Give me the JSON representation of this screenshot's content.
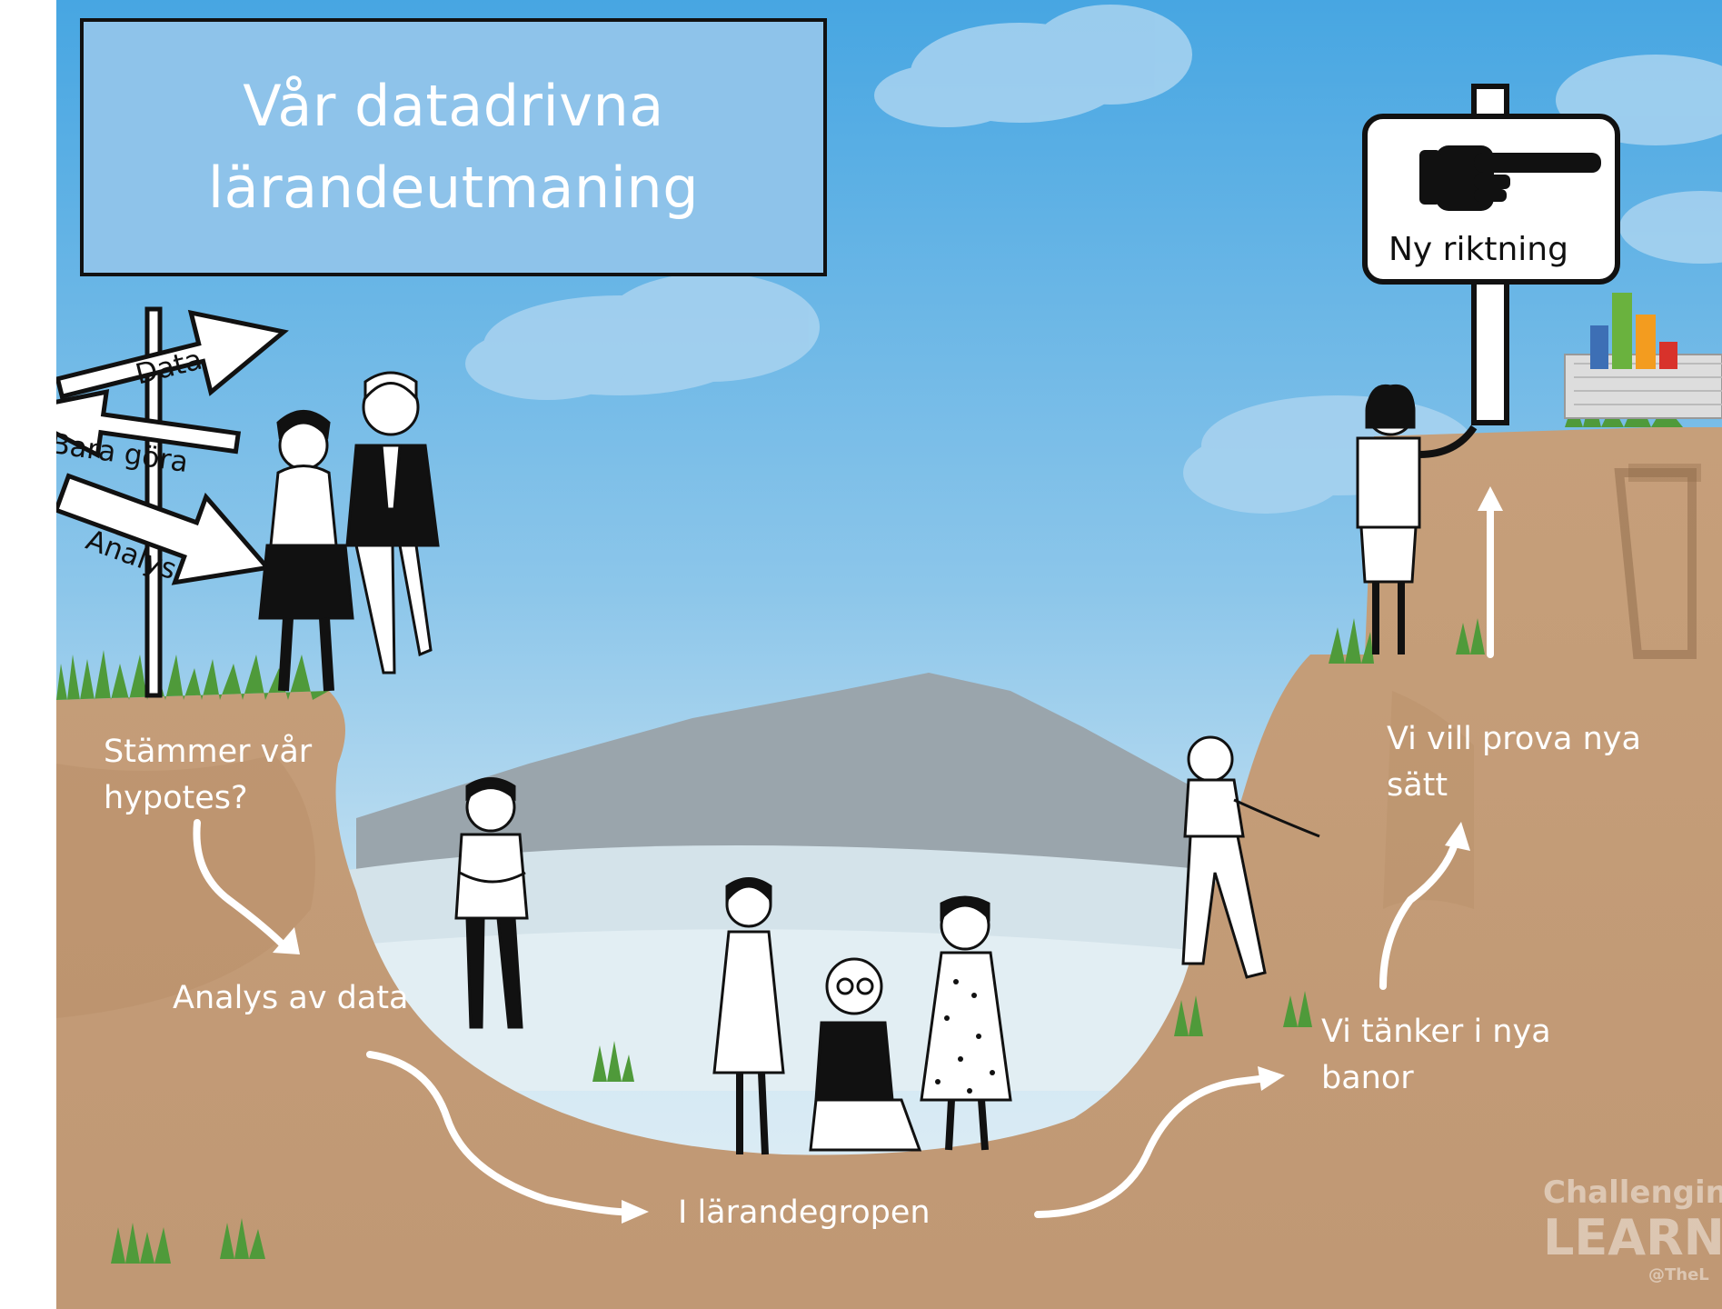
{
  "title": {
    "line1": "Vår datadrivna",
    "line2": "lärandeutmaning"
  },
  "signpost_left": {
    "arrow_1": "Data",
    "arrow_2": "Bara göra",
    "arrow_3": "Analys"
  },
  "signpost_right": {
    "label": "Ny riktning"
  },
  "steps": {
    "step_1_line1": "Stämmer vår",
    "step_1_line2": "hypotes?",
    "step_2": "Analys av data",
    "step_3": "I lärandegropen",
    "step_4_line1": "Vi tänker i nya",
    "step_4_line2": "banor",
    "step_5_line1": "Vi vill prova nya",
    "step_5_line2": "sätt"
  },
  "watermark": {
    "line1": "Challenging",
    "line2": "LEARNI",
    "line3": "@TheL"
  },
  "colors": {
    "sky_top": "#4aa9e3",
    "sky_bottom": "#d9ecf5",
    "title_box": "#8ec3ea",
    "ground": "#c9a27c",
    "ground_dark": "#b48a64",
    "grass": "#4f9a3a",
    "arrow": "#ffffff"
  },
  "icons": {
    "pointing_hand": "pointing-hand-icon",
    "bar_chart": "bar-chart-icon"
  }
}
